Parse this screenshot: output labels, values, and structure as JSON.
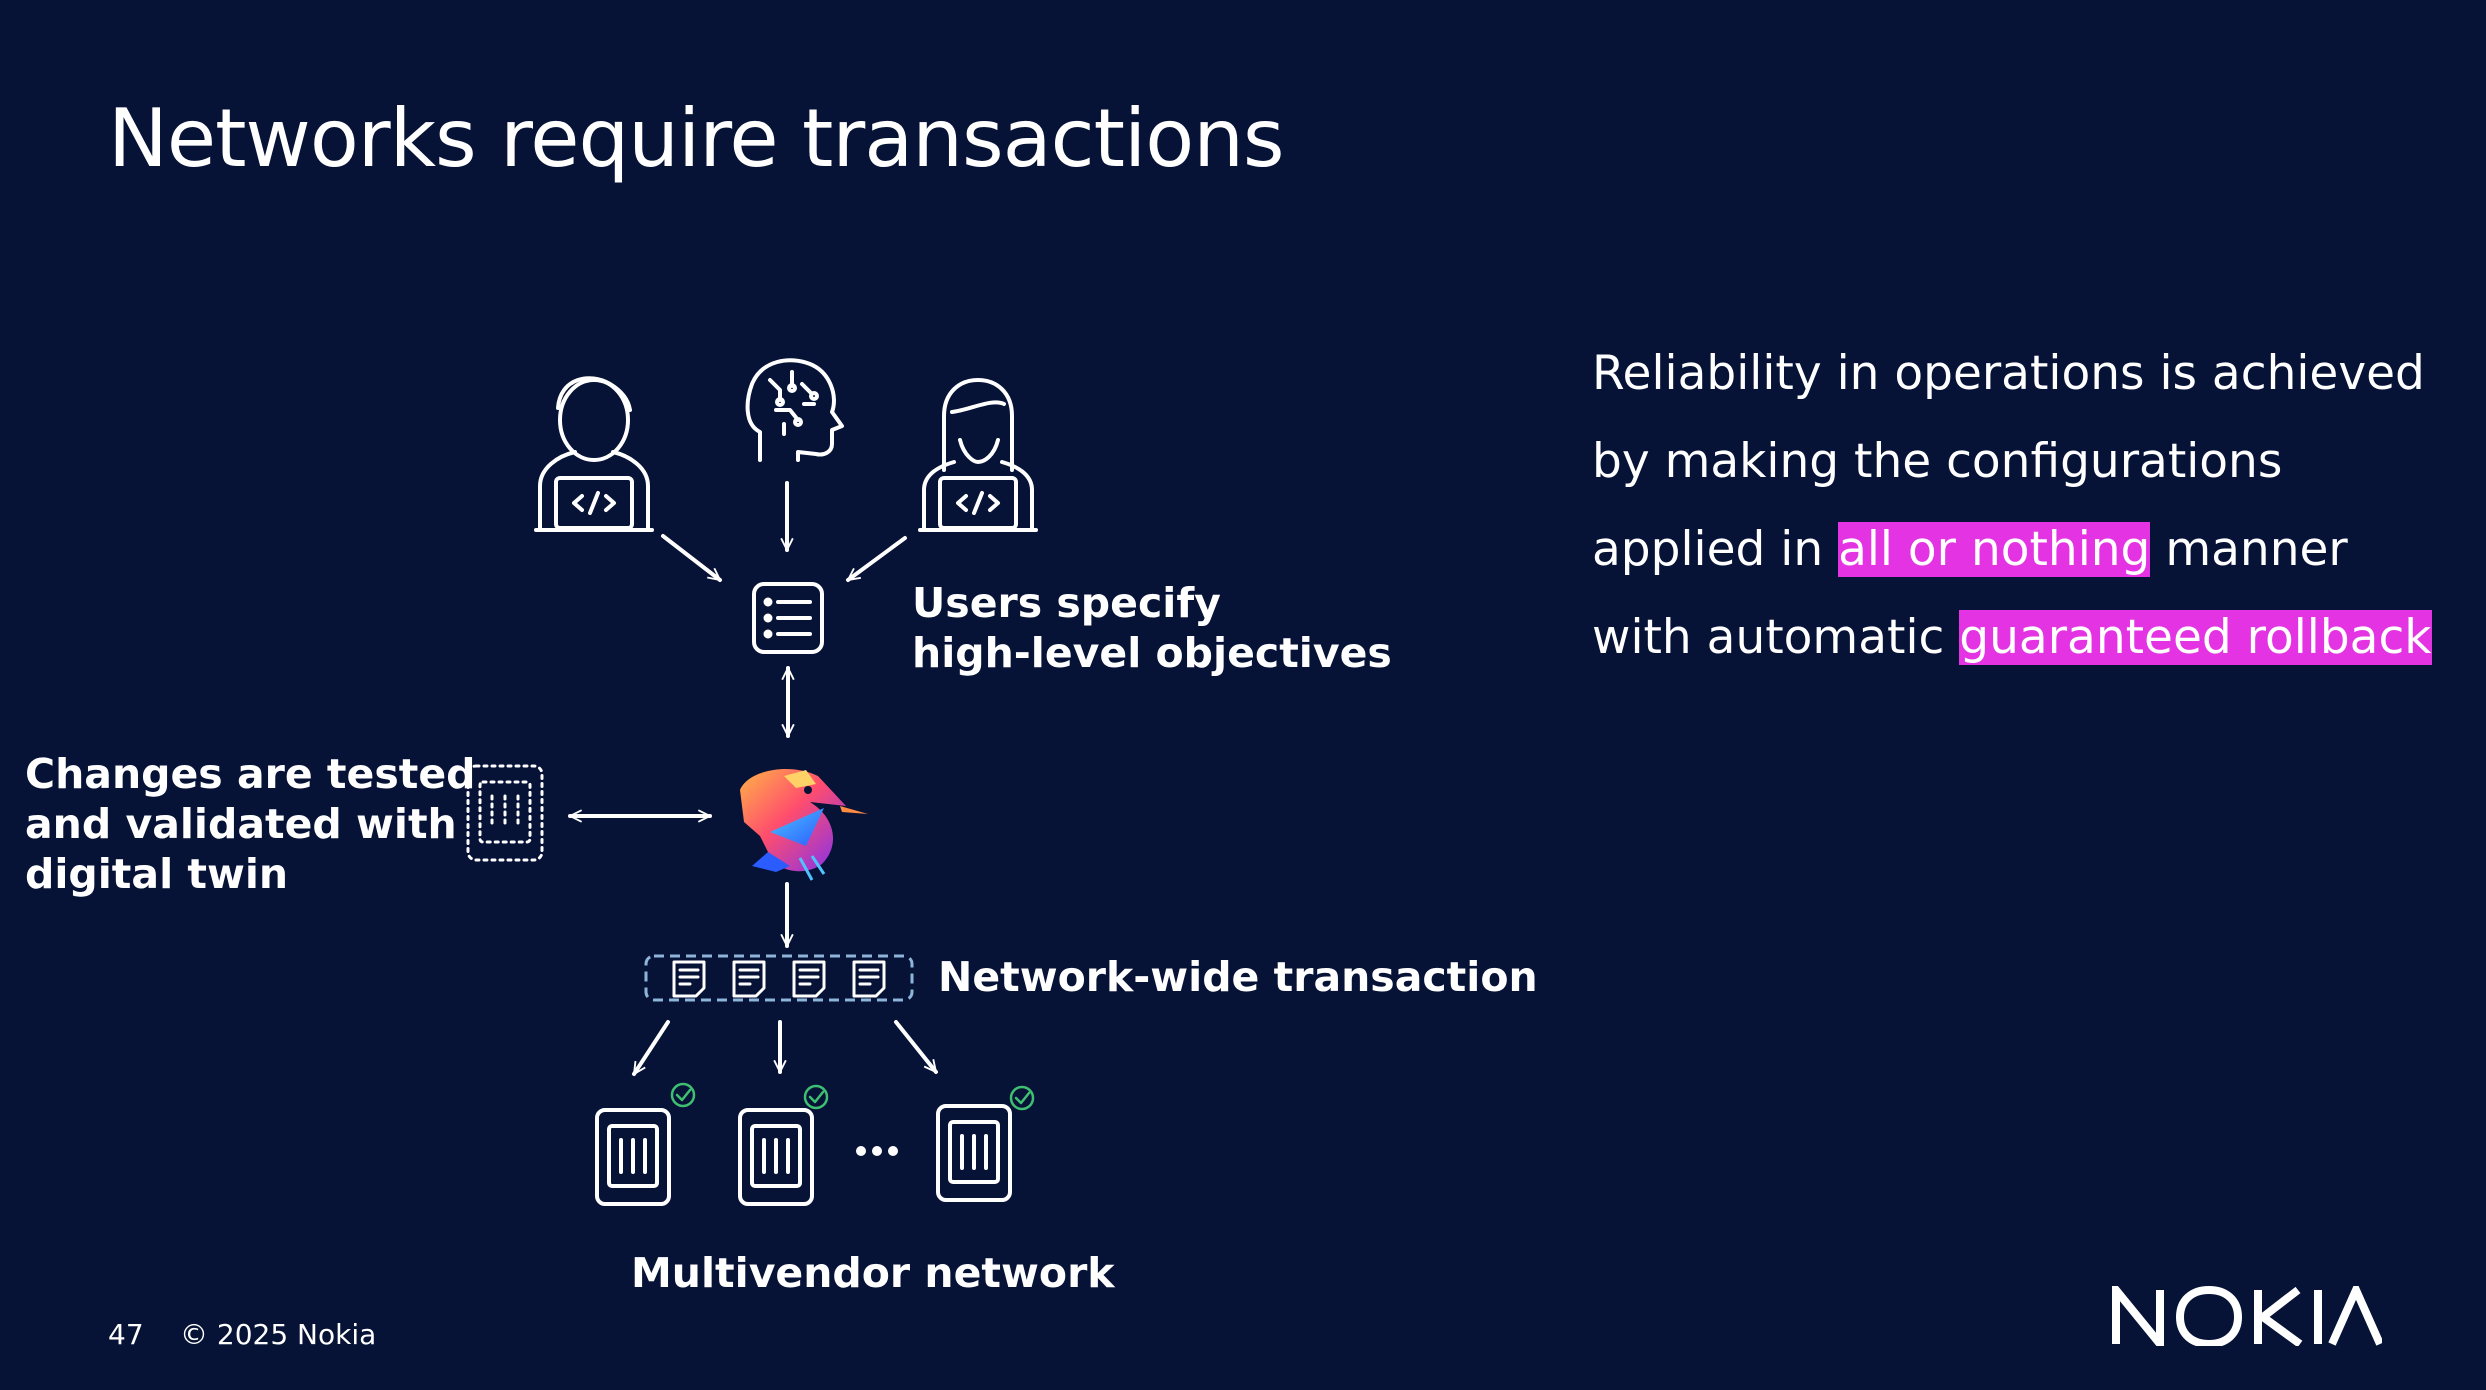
{
  "title": "Networks require transactions",
  "labels": {
    "users": [
      "Users specify",
      "high-level objectives"
    ],
    "twin": [
      "Changes are tested",
      "and validated with",
      "digital twin"
    ],
    "transaction": "Network-wide transaction",
    "network": "Multivendor network"
  },
  "description": {
    "line1": "Reliability in operations is achieved",
    "line2": "by making the configurations",
    "line3_pre": "applied in ",
    "line3_hl": "all or nothing",
    "line3_post": " manner",
    "line4_pre": "with automatic ",
    "line4_hl": "guaranteed rollback"
  },
  "footer": {
    "page": "47",
    "copyright": "© 2025 Nokia"
  },
  "colors": {
    "background": "#061236",
    "highlight": "#e333e3",
    "check": "#3fbf72",
    "dashed_box": "#8fb4d9"
  },
  "icons": [
    "developer-icon",
    "ai-brain-icon",
    "objectives-list-icon",
    "digital-twin-icon",
    "kingfisher-logo-icon",
    "config-doc-icon",
    "network-device-icon",
    "check-icon",
    "nokia-logo"
  ]
}
